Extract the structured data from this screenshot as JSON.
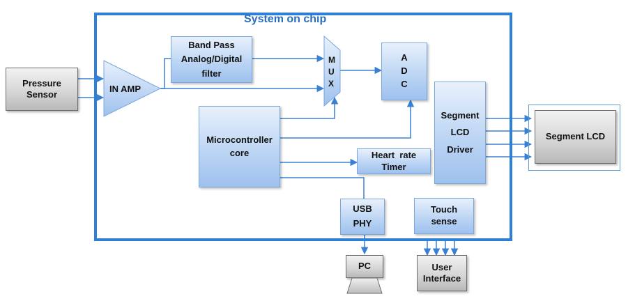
{
  "title": "System on chip",
  "blocks": {
    "pressure_sensor": "Pressure Sensor",
    "in_amp": "IN AMP",
    "band_pass_l1": "Band Pass",
    "band_pass_l2": "Analog/Digital",
    "band_pass_l3": "filter",
    "mux_m": "M",
    "mux_u": "U",
    "mux_x": "X",
    "adc_a": "A",
    "adc_d": "D",
    "adc_c": "C",
    "microcontroller_l1": "Microcontroller",
    "microcontroller_l2": "core",
    "heart_rate_l1": "Heart  rate",
    "heart_rate_l2": "Timer",
    "segment_driver_l1": "Segment",
    "segment_driver_l2": "LCD",
    "segment_driver_l3": "Driver",
    "segment_lcd": "Segment LCD",
    "usb_l1": "USB",
    "usb_l2": "PHY",
    "touch_l1": "Touch",
    "touch_l2": "sense",
    "pc": "PC",
    "user_interface_l1": "User",
    "user_interface_l2": "Interface"
  },
  "colors": {
    "soc_border": "#2f7fd6",
    "arrow": "#3a80d2",
    "block_fill": "#b9d3f3",
    "external_fill": "#d4d4d4"
  }
}
